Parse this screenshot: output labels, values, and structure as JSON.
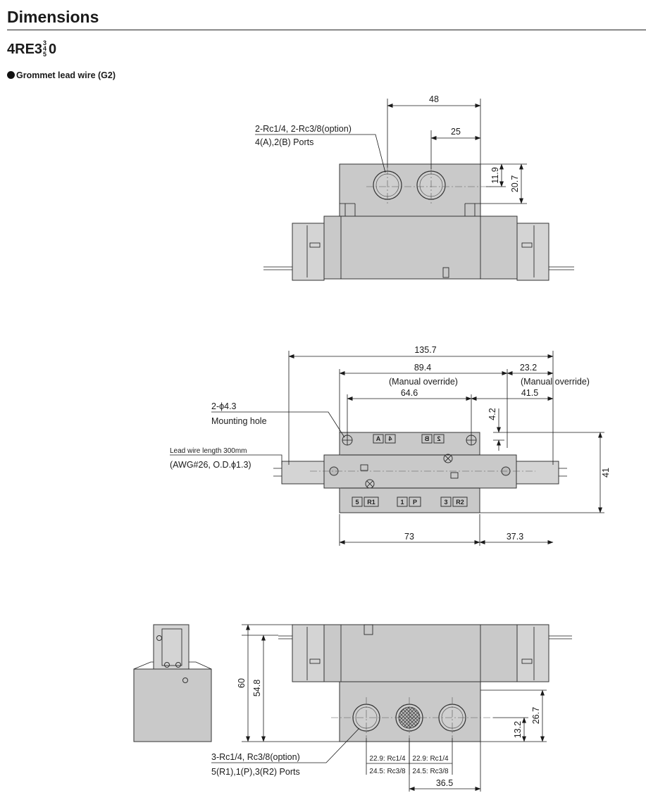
{
  "header": {
    "title": "Dimensions"
  },
  "model": {
    "prefix": "4RE3",
    "stack": [
      "3",
      "4",
      "5"
    ],
    "suffix": "0"
  },
  "subtitle": "Grommet lead wire (G2)",
  "top_view": {
    "dims": {
      "d48": "48",
      "d25": "25",
      "d11_9": "11.9",
      "d20_7": "20.7"
    },
    "port_note_1": "2-Rc1/4, 2-Rc3/8(option)",
    "port_note_2": "4(A),2(B) Ports"
  },
  "plan_view": {
    "dims": {
      "d135_7": "135.7",
      "d89_4": "89.4",
      "d23_2": "23.2",
      "d64_6": "64.6",
      "d41_5": "41.5",
      "d4_2": "4.2",
      "d41": "41",
      "d73": "73",
      "d37_3": "37.3"
    },
    "manual_override_1": "(Manual override)",
    "manual_override_2": "(Manual override)",
    "mount_1": "2-ϕ4.3",
    "mount_2": "Mounting hole",
    "lead_1": "Lead wire length 300mm",
    "lead_2": "(AWG#26, O.D.ϕ1.3)",
    "port_marks_top": [
      "A",
      "4",
      "B",
      "2"
    ],
    "port_marks_bottom": [
      "5",
      "R1",
      "1",
      "P",
      "3",
      "R2"
    ]
  },
  "front_view": {
    "dims": {
      "d60": "60",
      "d54_8": "54.8",
      "d26_7": "26.7",
      "d13_2": "13.2",
      "d36_5": "36.5"
    },
    "pitch": {
      "r1": "22.9: Rc1/4",
      "r2": "24.5: Rc3/8",
      "r3": "22.9: Rc1/4",
      "r4": "24.5: Rc3/8"
    },
    "port_note_1": "3-Rc1/4, Rc3/8(option)",
    "port_note_2": "5(R1),1(P),3(R2) Ports"
  }
}
